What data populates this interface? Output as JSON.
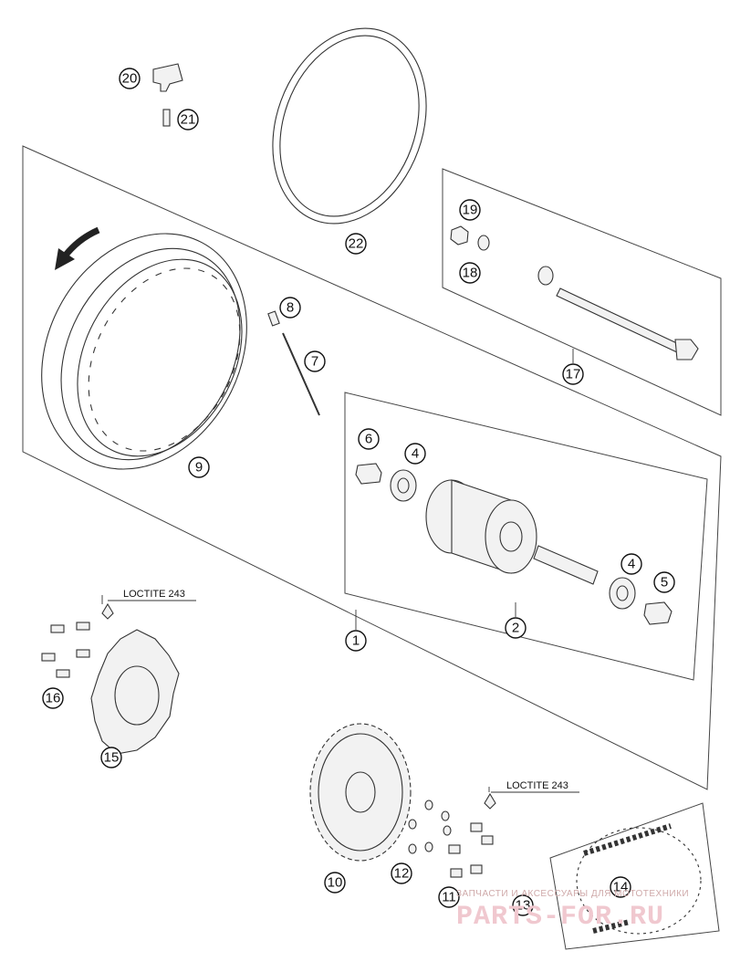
{
  "callouts": [
    {
      "label": "1"
    },
    {
      "label": "2"
    },
    {
      "label": "4"
    },
    {
      "label": "4"
    },
    {
      "label": "5"
    },
    {
      "label": "6"
    },
    {
      "label": "7"
    },
    {
      "label": "8"
    },
    {
      "label": "9"
    },
    {
      "label": "10"
    },
    {
      "label": "11"
    },
    {
      "label": "12"
    },
    {
      "label": "13"
    },
    {
      "label": "14"
    },
    {
      "label": "15"
    },
    {
      "label": "16"
    },
    {
      "label": "17"
    },
    {
      "label": "18"
    },
    {
      "label": "19"
    },
    {
      "label": "20"
    },
    {
      "label": "21"
    },
    {
      "label": "22"
    }
  ],
  "notes": {
    "loctite_disc": "LOCTITE 243",
    "loctite_sprocket": "LOCTITE 243"
  },
  "watermark": {
    "caption": "ЗАПЧАСТИ И АКСЕССУАРЫ ДЛЯ МОТОТЕХНИКИ",
    "brand": "PARTS-FOR.RU",
    "color": "#e58a9a"
  }
}
